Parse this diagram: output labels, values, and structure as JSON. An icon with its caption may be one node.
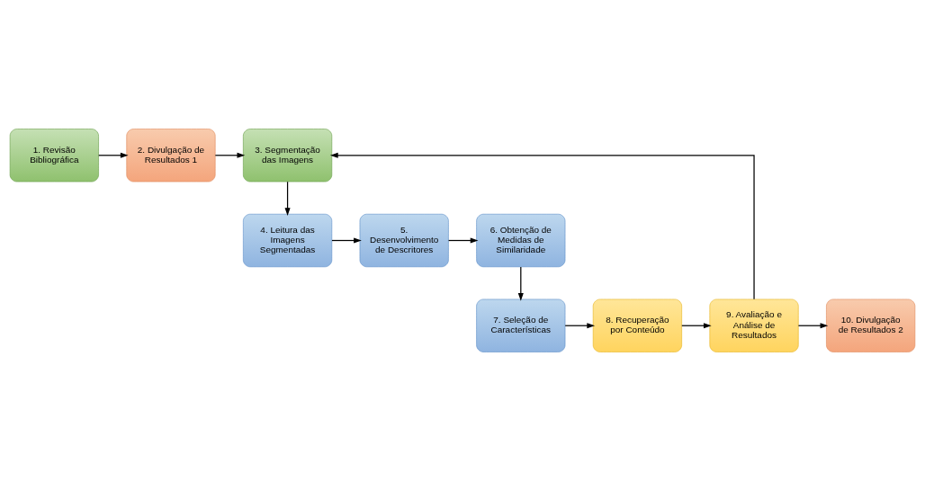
{
  "diagram": {
    "nodes": [
      {
        "text": [
          "1. Revisão Bibliográfica"
        ]
      },
      {
        "text": [
          "2. Divulgação de Resultados 1"
        ]
      },
      {
        "text": [
          "3. Segmentação das Imagens"
        ]
      },
      {
        "text": [
          "4. Leitura das Imagens Segmentadas"
        ]
      },
      {
        "text": [
          "5. Desenvolvimento de Descritores"
        ]
      },
      {
        "text": [
          "6. Obtenção de Medidas de Similaridade"
        ]
      },
      {
        "text": [
          "7. Seleção de Características"
        ]
      },
      {
        "text": [
          "8. Recuperação por Conteúdo"
        ]
      },
      {
        "text": [
          "9. Avaliação e Análise de Resultados"
        ]
      },
      {
        "text": [
          "10. Divulgação de Resultados 2"
        ]
      }
    ],
    "edges": [
      {
        "from": 0,
        "to": 1,
        "arrow": "to"
      },
      {
        "from": 1,
        "to": 2,
        "arrow": "to"
      },
      {
        "from": 2,
        "to": 3,
        "arrow": "to"
      },
      {
        "from": 3,
        "to": 4,
        "arrow": "to"
      },
      {
        "from": 4,
        "to": 5,
        "arrow": "to"
      },
      {
        "from": 5,
        "to": 6,
        "arrow": "to"
      },
      {
        "from": 6,
        "to": 7,
        "arrow": "to"
      },
      {
        "from": 7,
        "to": 8,
        "arrow": "to"
      },
      {
        "from": 8,
        "to": 9,
        "arrow": "to"
      },
      {
        "from": 8,
        "to": 2,
        "arrow": "to"
      }
    ]
  }
}
